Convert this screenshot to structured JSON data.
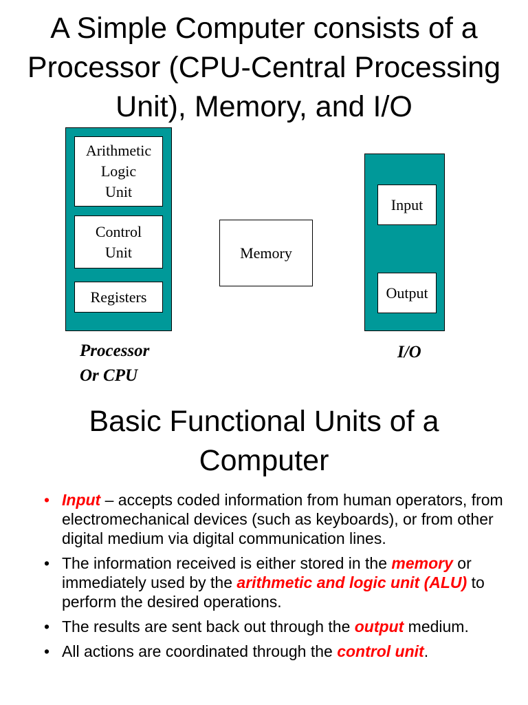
{
  "titles": {
    "top": [
      "A Simple Computer consists of a",
      "Processor (CPU-Central Processing",
      "Unit), Memory, and I/O"
    ],
    "section": [
      "Basic Functional Units of a",
      "Computer"
    ]
  },
  "diagram": {
    "cpu": {
      "alu": [
        "Arithmetic",
        "Logic",
        "Unit"
      ],
      "control": [
        "Control",
        "Unit"
      ],
      "registers": "Registers",
      "label": [
        "Processor",
        "Or CPU"
      ]
    },
    "memory": "Memory",
    "io": {
      "input": "Input",
      "output": "Output",
      "label": "I/O"
    }
  },
  "bullets": [
    {
      "parts": [
        {
          "text": "Input",
          "hl": true
        },
        {
          "text": " – accepts coded information from human operators, from electromechanical devices (such as keyboards), or from other digital medium via digital communication lines.",
          "hl": false
        }
      ]
    },
    {
      "parts": [
        {
          "text": "The information received is either stored in the ",
          "hl": false
        },
        {
          "text": "memory",
          "hl": true
        },
        {
          "text": " or immediately used by the ",
          "hl": false
        },
        {
          "text": "arithmetic and logic unit (ALU)",
          "hl": true
        },
        {
          "text": " to perform the desired operations.",
          "hl": false
        }
      ]
    },
    {
      "parts": [
        {
          "text": "The results are sent back out through the ",
          "hl": false
        },
        {
          "text": "output",
          "hl": true
        },
        {
          "text": " medium.",
          "hl": false
        }
      ]
    },
    {
      "parts": [
        {
          "text": "All actions are coordinated through the ",
          "hl": false
        },
        {
          "text": "control unit",
          "hl": true
        },
        {
          "text": ".",
          "hl": false
        }
      ]
    }
  ],
  "colors": {
    "teal": "#009999",
    "highlight": "#ff0000"
  }
}
